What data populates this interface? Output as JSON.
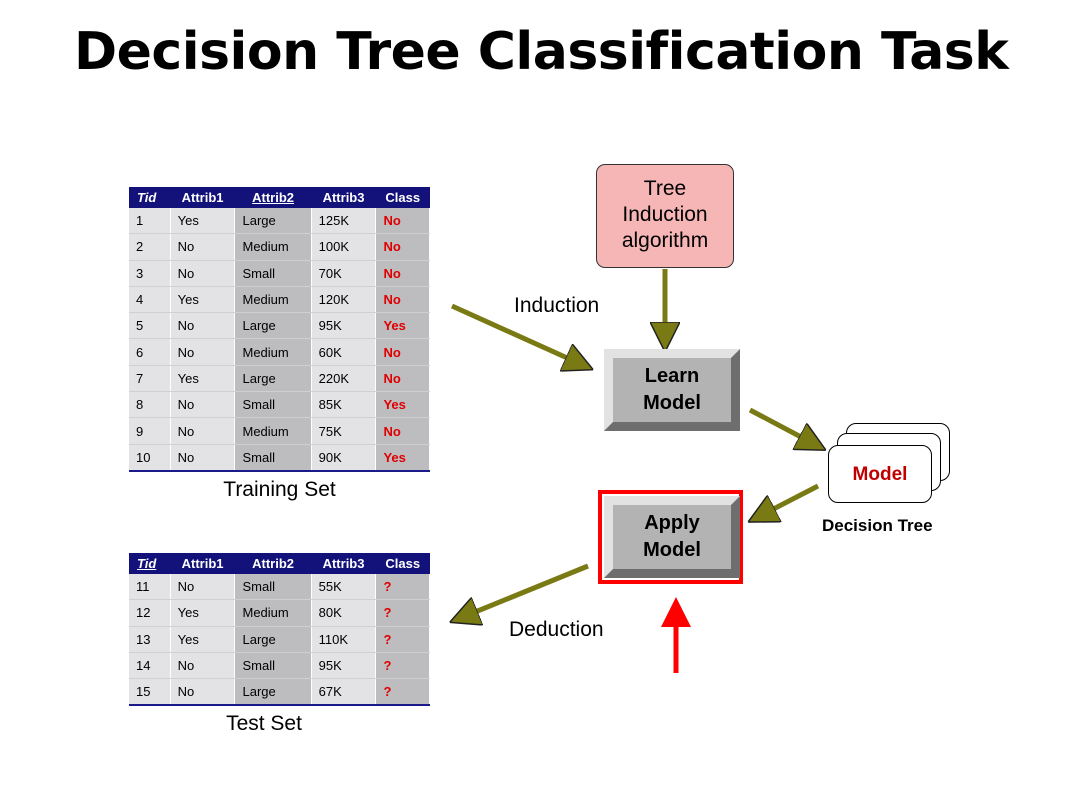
{
  "title": "Decision Tree Classification Task",
  "training_table": {
    "headers": [
      "Tid",
      "Attrib1",
      "Attrib2",
      "Attrib3",
      "Class"
    ],
    "rows": [
      [
        "1",
        "Yes",
        "Large",
        "125K",
        "No"
      ],
      [
        "2",
        "No",
        "Medium",
        "100K",
        "No"
      ],
      [
        "3",
        "No",
        "Small",
        "70K",
        "No"
      ],
      [
        "4",
        "Yes",
        "Medium",
        "120K",
        "No"
      ],
      [
        "5",
        "No",
        "Large",
        "95K",
        "Yes"
      ],
      [
        "6",
        "No",
        "Medium",
        "60K",
        "No"
      ],
      [
        "7",
        "Yes",
        "Large",
        "220K",
        "No"
      ],
      [
        "8",
        "No",
        "Small",
        "85K",
        "Yes"
      ],
      [
        "9",
        "No",
        "Medium",
        "75K",
        "No"
      ],
      [
        "10",
        "No",
        "Small",
        "90K",
        "Yes"
      ]
    ],
    "caption": "Training Set"
  },
  "test_table": {
    "headers": [
      "Tid",
      "Attrib1",
      "Attrib2",
      "Attrib3",
      "Class"
    ],
    "rows": [
      [
        "11",
        "No",
        "Small",
        "55K",
        "?"
      ],
      [
        "12",
        "Yes",
        "Medium",
        "80K",
        "?"
      ],
      [
        "13",
        "Yes",
        "Large",
        "110K",
        "?"
      ],
      [
        "14",
        "No",
        "Small",
        "95K",
        "?"
      ],
      [
        "15",
        "No",
        "Large",
        "67K",
        "?"
      ]
    ],
    "caption": "Test Set"
  },
  "algorithm_box": {
    "lines": [
      "Tree",
      "Induction",
      "algorithm"
    ]
  },
  "learn_model": {
    "lines": [
      "Learn",
      "Model"
    ]
  },
  "apply_model": {
    "lines": [
      "Apply",
      "Model"
    ]
  },
  "model_stack": {
    "label": "Model",
    "caption": "Decision Tree"
  },
  "labels": {
    "induction": "Induction",
    "deduction": "Deduction"
  },
  "colors": {
    "header_bg": "#12127a",
    "class_red": "#e00000",
    "arrow_olive": "#7a7a14",
    "highlight_red": "#ff0000",
    "algo_fill": "#f6b6b6"
  }
}
